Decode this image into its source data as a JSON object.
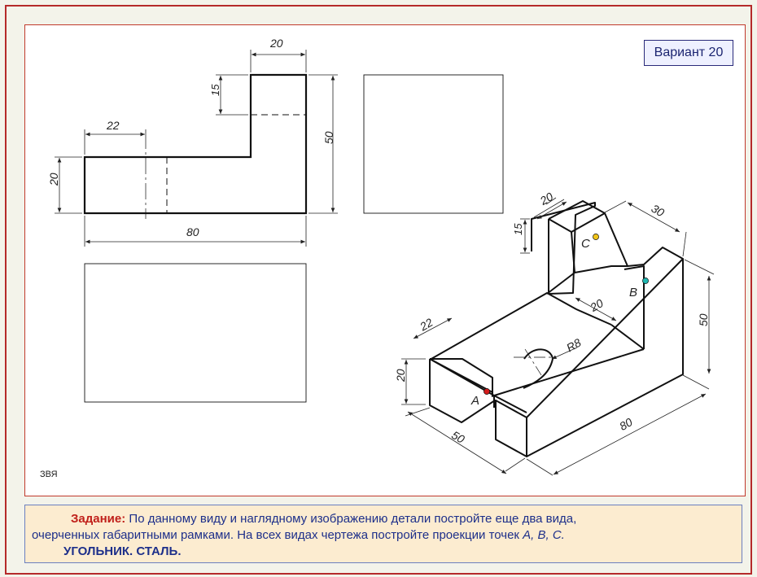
{
  "variant_label": "Вариант 20",
  "author_mark": "ЗВЯ",
  "task": {
    "label": "Задание:",
    "line1": "По данному виду и наглядному изображению детали постройте еще два вида,",
    "line2_a": "очерченных габаритными рамками. На  всех видах чертежа постройте проекции точек ",
    "points": "A, B, C.",
    "line3": "УГОЛЬНИК. СТАЛЬ."
  },
  "front_view_dims": {
    "top_width": "20",
    "top_height": "15",
    "left_width": "22",
    "left_height": "20",
    "total_width": "80",
    "total_height": "50"
  },
  "iso_dims": {
    "top_w": "20",
    "top_h": "15",
    "depth": "30",
    "slot": "20",
    "radius": "R8",
    "left_w": "22",
    "left_h": "20",
    "base_len": "50",
    "height": "50",
    "length": "80"
  },
  "point_labels": {
    "a": "A",
    "b": "B",
    "c": "C"
  },
  "colors": {
    "point_a": "#d41c1c",
    "point_b": "#1fb6b0",
    "point_c": "#f0c419",
    "frame": "#b52a2a",
    "task_text": "#1d2f8a",
    "task_label": "#c0201a"
  }
}
